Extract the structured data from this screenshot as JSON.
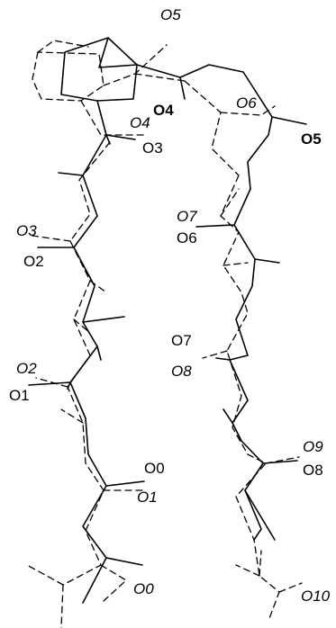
{
  "labels": {
    "O5_top": "O5",
    "O4_bold": "O4",
    "O4_italic": "O4",
    "O3_plain": "O3",
    "O6_italic": "O6",
    "O5_bold": "O5",
    "O7_italic": "O7",
    "O6_plain": "O6",
    "O3_italic": "O3",
    "O2_plain": "O2",
    "O7_plain": "O7",
    "O8_italic": "O8",
    "O2_italic": "O2",
    "O1_plain": "O1",
    "O0_plain": "O0",
    "O1_italic": "O1",
    "O9_italic": "O9",
    "O8_plain": "O8",
    "O0_italic": "O0",
    "O10_italic": "O10"
  }
}
